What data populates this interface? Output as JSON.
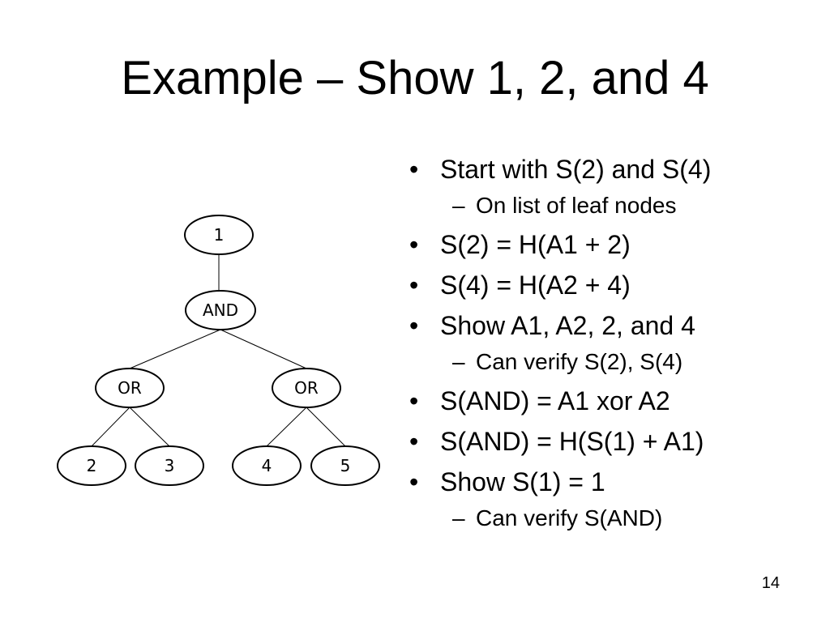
{
  "slide": {
    "title": "Example – Show 1, 2, and 4",
    "page_number": "14"
  },
  "tree": {
    "nodes": {
      "root": "1",
      "and": "AND",
      "or_left": "OR",
      "or_right": "OR",
      "leaf_2": "2",
      "leaf_3": "3",
      "leaf_4": "4",
      "leaf_5": "5"
    }
  },
  "bullets": [
    {
      "text": "Start with S(2) and S(4)",
      "sub": [
        "On list of leaf nodes"
      ]
    },
    {
      "text": "S(2) = H(A1 + 2)",
      "sub": []
    },
    {
      "text": "S(4) = H(A2 + 4)",
      "sub": []
    },
    {
      "text": "Show A1, A2, 2, and 4",
      "sub": [
        "Can verify S(2), S(4)"
      ]
    },
    {
      "text": "S(AND) = A1 xor A2",
      "sub": []
    },
    {
      "text": "S(AND) = H(S(1) + A1)",
      "sub": []
    },
    {
      "text": "Show S(1) = 1",
      "sub": [
        "Can verify S(AND)"
      ]
    }
  ]
}
